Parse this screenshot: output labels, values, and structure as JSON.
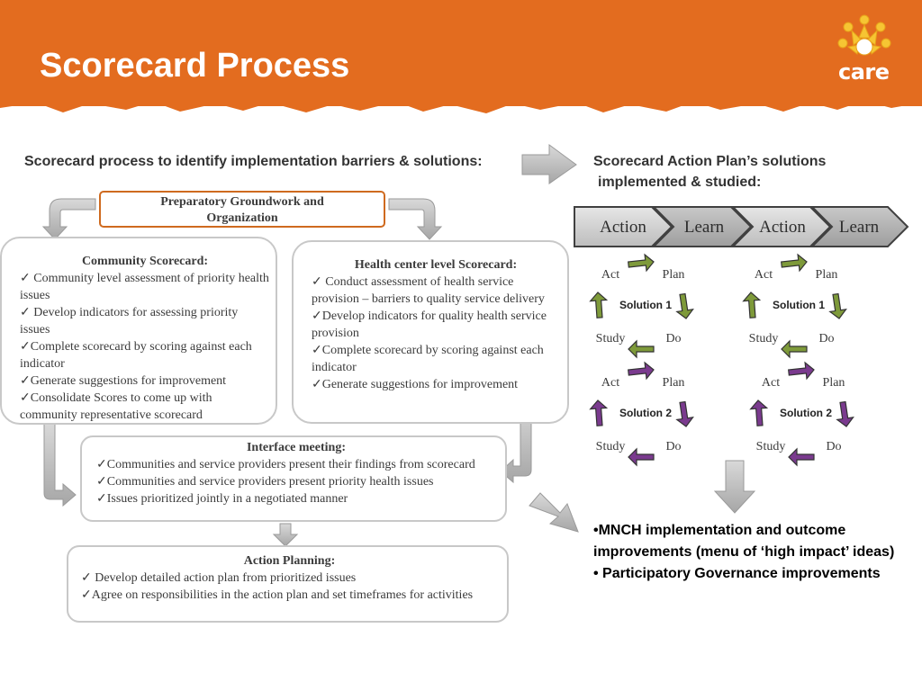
{
  "slide": {
    "title": "Scorecard Process",
    "logo_text": "care"
  },
  "left_heading": "Scorecard process to identify implementation barriers & solutions:",
  "right_heading_line1": "Scorecard Action Plan’s solutions",
  "right_heading_line2": "implemented & studied:",
  "prep_box": {
    "line1": "Preparatory Groundwork and",
    "line2": "Organization"
  },
  "community": {
    "title": "Community Scorecard:",
    "items": [
      "✓ Community level assessment of priority health issues",
      "✓ Develop indicators for assessing priority issues",
      "✓Complete scorecard by scoring against each indicator",
      "✓Generate suggestions for improvement",
      "✓Consolidate Scores to come up with community representative scorecard"
    ]
  },
  "health_center": {
    "title": "Health center level Scorecard:",
    "items": [
      "✓ Conduct assessment of health service provision – barriers to quality service delivery",
      "✓Develop indicators for quality health service provision",
      "✓Complete scorecard by scoring against each indicator",
      "✓Generate suggestions for improvement"
    ]
  },
  "interface": {
    "title": "Interface meeting:",
    "items": [
      "✓Communities and service providers present their findings from scorecard",
      "✓Communities and service providers present priority health issues",
      "✓Issues prioritized jointly in a negotiated manner"
    ]
  },
  "action_planning": {
    "title": "Action Planning:",
    "items": [
      "✓ Develop detailed action plan from prioritized issues",
      "✓Agree on responsibilities in the action plan and set timeframes for activities"
    ]
  },
  "chevrons": [
    "Action",
    "Learn",
    "Action",
    "Learn"
  ],
  "cycles": [
    {
      "act": "Act",
      "plan": "Plan",
      "study": "Study",
      "do": "Do",
      "solution": "Solution 1",
      "color": "#7e9a3a"
    },
    {
      "act": "Act",
      "plan": "Plan",
      "study": "Study",
      "do": "Do",
      "solution": "Solution 1",
      "color": "#7e9a3a"
    },
    {
      "act": "Act",
      "plan": "Plan",
      "study": "Study",
      "do": "Do",
      "solution": "Solution 2",
      "color": "#7a3a8e"
    },
    {
      "act": "Act",
      "plan": "Plan",
      "study": "Study",
      "do": "Do",
      "solution": "Solution 2",
      "color": "#7a3a8e"
    }
  ],
  "outcomes": [
    "•MNCH implementation and outcome improvements  (menu of ‘high impact’ ideas)",
    "• Participatory Governance improvements"
  ],
  "colors": {
    "header": "#e36c1f",
    "prep_border": "#cf6a1f",
    "arrow": "#bdbdbd"
  }
}
